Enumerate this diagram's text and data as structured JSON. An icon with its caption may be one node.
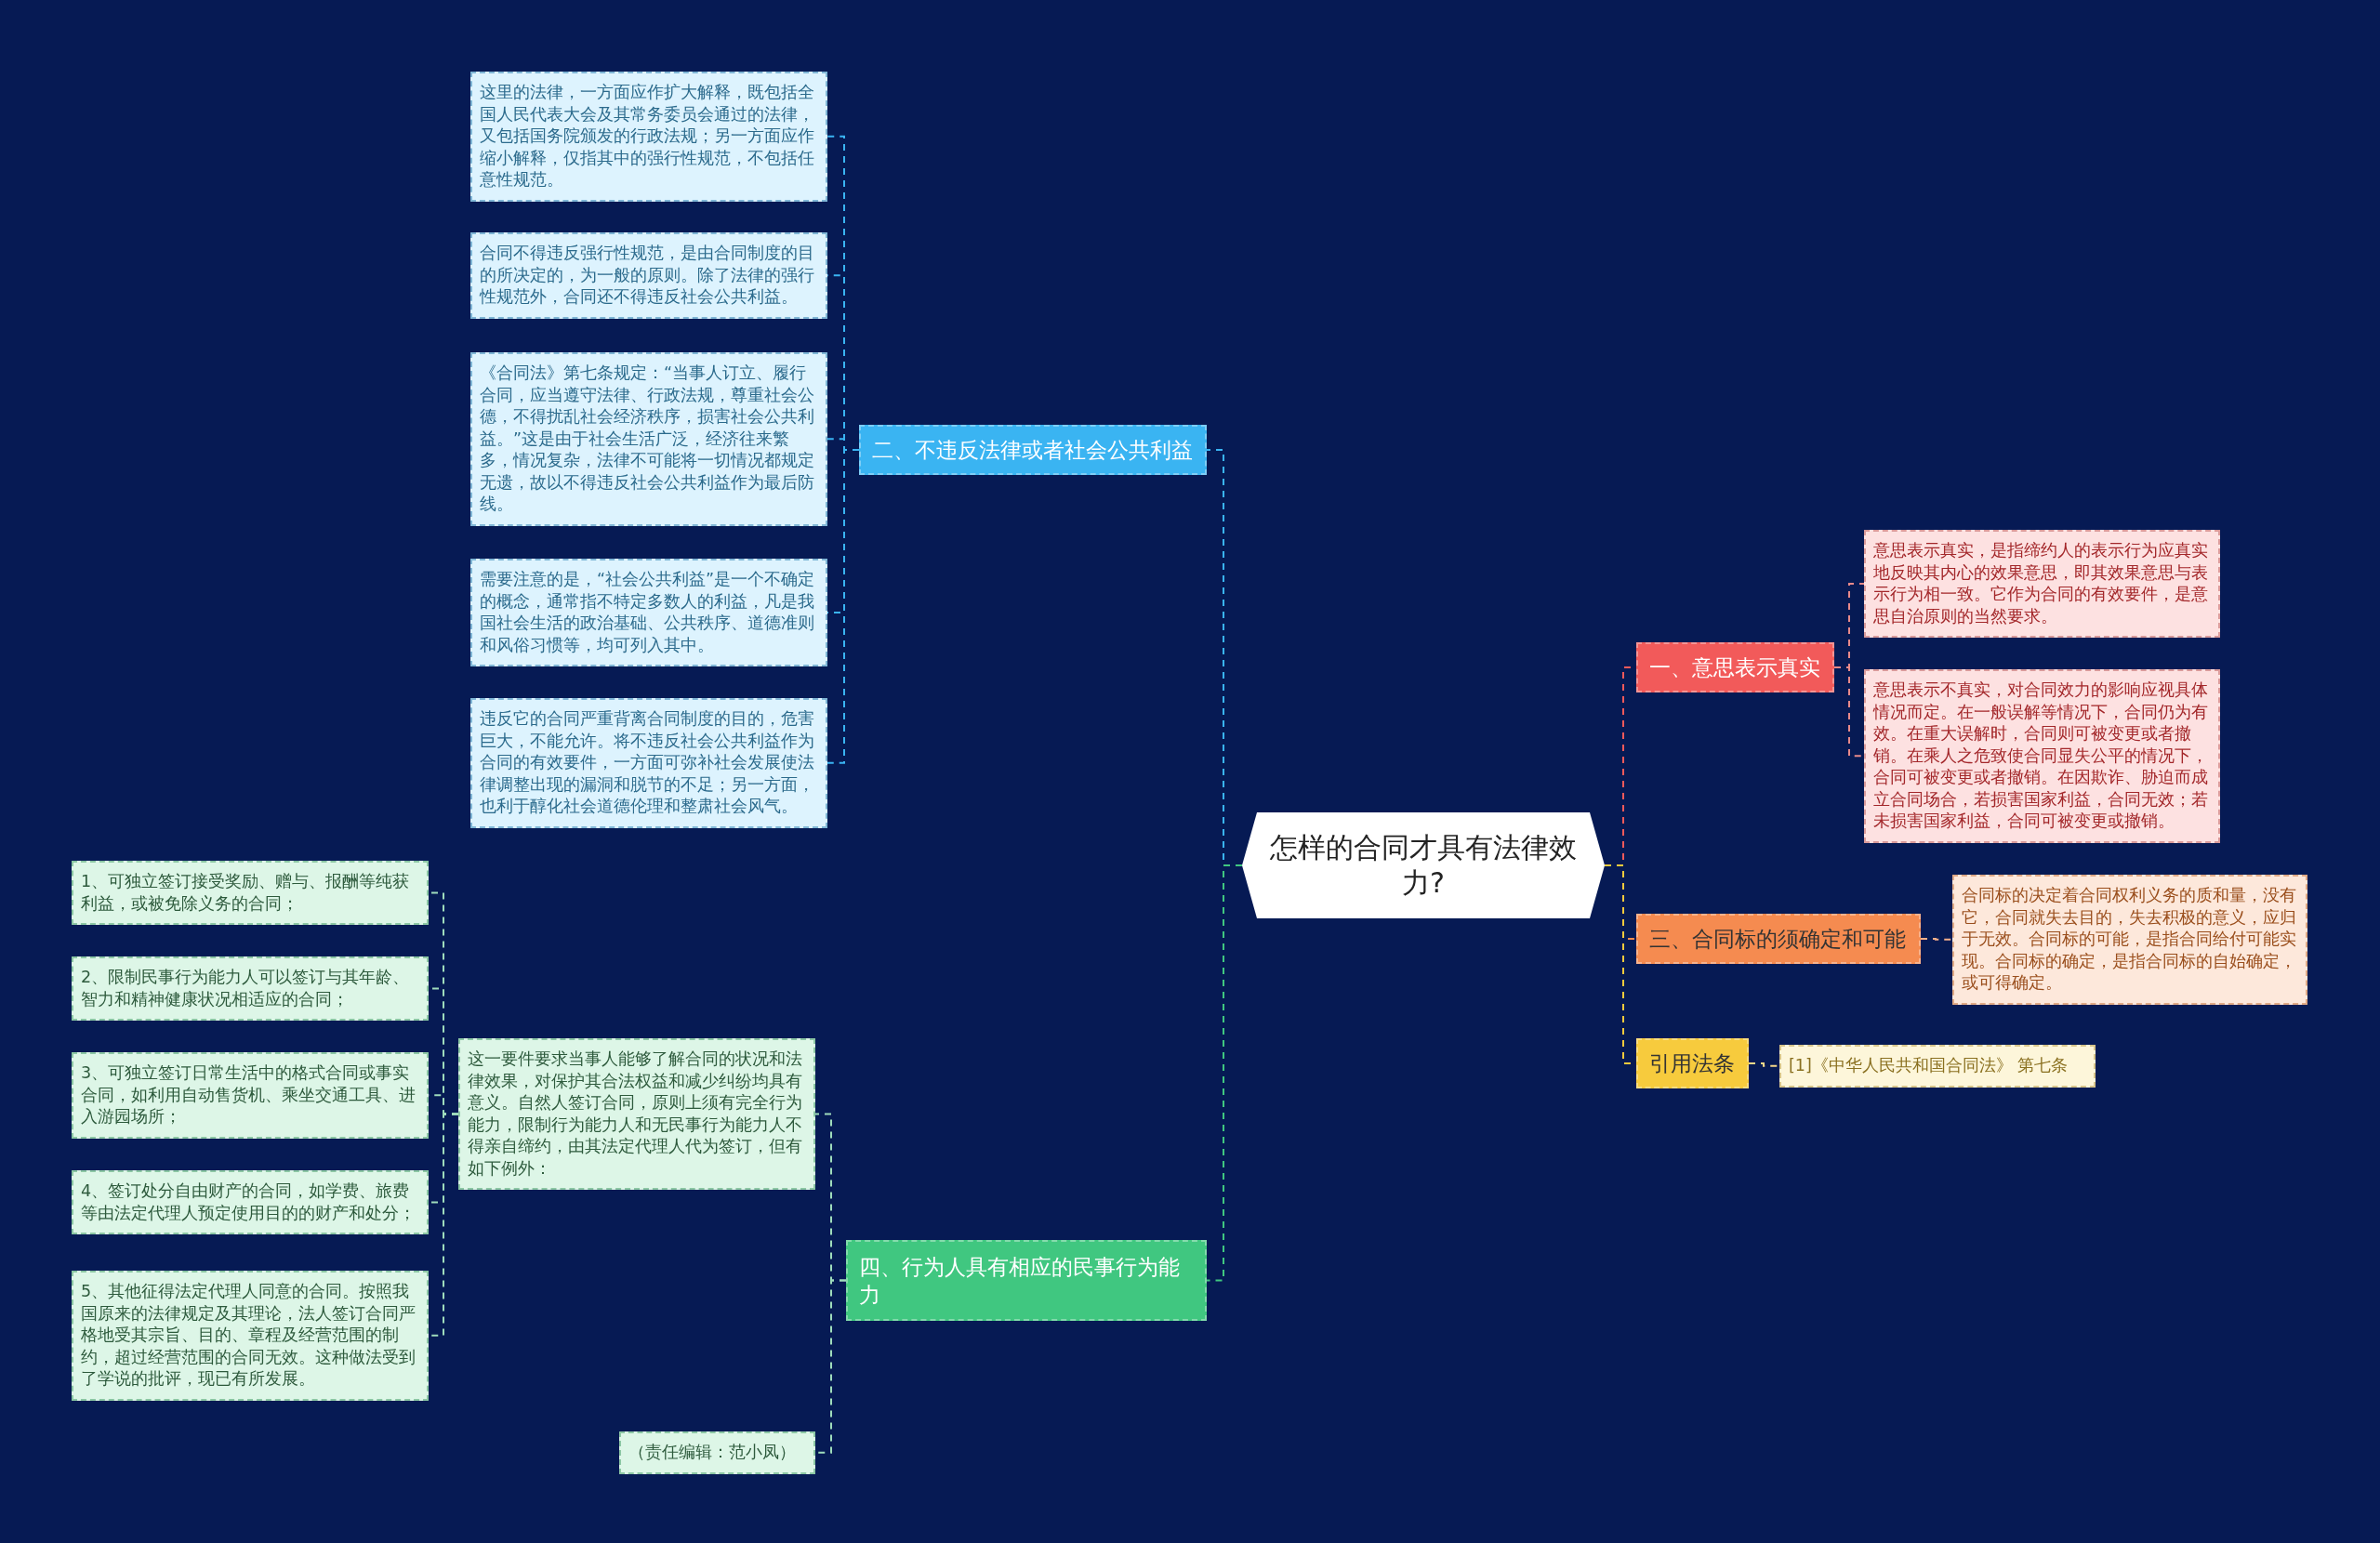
{
  "diagram": {
    "nodes": [
      {
        "text": [
          "怎样的合同才具有法律效力?"
        ]
      },
      {
        "text": [
          "二、不违反法律或者社会公共利益"
        ]
      },
      {
        "text": [
          "这里的法律，一方面应作扩大解释，既包括全国人民代表大会及其常务委员会通过的法律，又包括国务院颁发的行政法规；另一方面应作缩小解释，仅指其中的强行性规范，不包括任意性规范。"
        ]
      },
      {
        "text": [
          "合同不得违反强行性规范，是由合同制度的目的所决定的，为一般的原则。除了法律的强行性规范外，合同还不得违反社会公共利益。"
        ]
      },
      {
        "text": [
          "《合同法》第七条规定：“当事人订立、履行合同，应当遵守法律、行政法规，尊重社会公德，不得扰乱社会经济秩序，损害社会公共利益。”这是由于社会生活广泛，经济往来繁多，情况复杂，法律不可能将一切情况都规定无遗，故以不得违反社会公共利益作为最后防线。"
        ]
      },
      {
        "text": [
          "需要注意的是，“社会公共利益”是一个不确定的概念，通常指不特定多数人的利益，凡是我国社会生活的政治基础、公共秩序、道德准则和风俗习惯等，均可列入其中。"
        ]
      },
      {
        "text": [
          "违反它的合同严重背离合同制度的目的，危害巨大，不能允许。将不违反社会公共利益作为合同的有效要件，一方面可弥补社会发展使法律调整出现的漏洞和脱节的不足；另一方面，也利于醇化社会道德伦理和整肃社会风气。"
        ]
      },
      {
        "text": [
          "四、行为人具有相应的民事行为能力"
        ]
      },
      {
        "text": [
          "这一要件要求当事人能够了解合同的状况和法律效果，对保护其合法权益和减少纠纷均具有意义。自然人签订合同，原则上须有完全行为能力，限制行为能力人和无民事行为能力人不得亲自缔约，由其法定代理人代为签订，但有如下例外："
        ]
      },
      {
        "text": [
          "1、可独立签订接受奖励、赠与、报酬等纯获利益，或被免除义务的合同；"
        ]
      },
      {
        "text": [
          "2、限制民事行为能力人可以签订与其年龄、智力和精神健康状况相适应的合同；"
        ]
      },
      {
        "text": [
          "3、可独立签订日常生活中的格式合同或事实合同，如利用自动售货机、乘坐交通工具、进入游园场所；"
        ]
      },
      {
        "text": [
          "4、签订处分自由财产的合同，如学费、旅费等由法定代理人预定使用目的的财产和处分；"
        ]
      },
      {
        "text": [
          "5、其他征得法定代理人同意的合同。按照我国原来的法律规定及其理论，法人签订合同严格地受其宗旨、目的、章程及经营范围的制约，超过经营范围的合同无效。这种做法受到了学说的批评，现已有所发展。"
        ]
      },
      {
        "text": [
          "（责任编辑：范小凤）"
        ]
      },
      {
        "text": [
          "一、意思表示真实"
        ]
      },
      {
        "text": [
          "意思表示真实，是指缔约人的表示行为应真实地反映其内心的效果意思，即其效果意思与表示行为相一致。它作为合同的有效要件，是意思自治原则的当然要求。"
        ]
      },
      {
        "text": [
          "意思表示不真实，对合同效力的影响应视具体情况而定。在一般误解等情况下，合同仍为有效。在重大误解时，合同则可被变更或者撤销。在乘人之危致使合同显失公平的情况下，合同可被变更或者撤销。在因欺诈、胁迫而成立合同场合，若损害国家利益，合同无效；若未损害国家利益，合同可被变更或撤销。"
        ]
      },
      {
        "text": [
          "三、合同标的须确定和可能"
        ]
      },
      {
        "text": [
          "合同标的决定着合同权利义务的质和量，没有它，合同就失去目的，失去积极的意义，应归于无效。合同标的可能，是指合同给付可能实现。合同标的确定，是指合同标的自始确定，或可得确定。"
        ]
      },
      {
        "text": [
          "引用法条"
        ]
      },
      {
        "text": [
          "[1]《中华人民共和国合同法》 第七条"
        ]
      }
    ],
    "edges": [
      {
        "from": 0,
        "to": 1,
        "arrow": "none",
        "style": "dashed",
        "color": "#3ab4f2"
      },
      {
        "from": 0,
        "to": 7,
        "arrow": "none",
        "style": "dashed",
        "color": "#40c780"
      },
      {
        "from": 0,
        "to": 15,
        "arrow": "none",
        "style": "dashed",
        "color": "#f25a5a"
      },
      {
        "from": 0,
        "to": 18,
        "arrow": "none",
        "style": "dashed",
        "color": "#f58b50"
      },
      {
        "from": 0,
        "to": 20,
        "arrow": "none",
        "style": "dashed",
        "color": "#f7cb3d"
      },
      {
        "from": 1,
        "to": 2,
        "arrow": "none",
        "style": "dashed",
        "color": "#3ab4f2"
      },
      {
        "from": 1,
        "to": 3,
        "arrow": "none",
        "style": "dashed",
        "color": "#3ab4f2"
      },
      {
        "from": 1,
        "to": 4,
        "arrow": "none",
        "style": "dashed",
        "color": "#3ab4f2"
      },
      {
        "from": 1,
        "to": 5,
        "arrow": "none",
        "style": "dashed",
        "color": "#3ab4f2"
      },
      {
        "from": 1,
        "to": 6,
        "arrow": "none",
        "style": "dashed",
        "color": "#3ab4f2"
      },
      {
        "from": 7,
        "to": 8,
        "arrow": "none",
        "style": "dashed",
        "color": "#9fdcbc"
      },
      {
        "from": 7,
        "to": 14,
        "arrow": "none",
        "style": "dashed",
        "color": "#9fdcbc"
      },
      {
        "from": 8,
        "to": 9,
        "arrow": "none",
        "style": "dashed",
        "color": "#9fdcbc"
      },
      {
        "from": 8,
        "to": 10,
        "arrow": "none",
        "style": "dashed",
        "color": "#9fdcbc"
      },
      {
        "from": 8,
        "to": 11,
        "arrow": "none",
        "style": "dashed",
        "color": "#9fdcbc"
      },
      {
        "from": 8,
        "to": 12,
        "arrow": "none",
        "style": "dashed",
        "color": "#9fdcbc"
      },
      {
        "from": 8,
        "to": 13,
        "arrow": "none",
        "style": "dashed",
        "color": "#9fdcbc"
      },
      {
        "from": 15,
        "to": 16,
        "arrow": "none",
        "style": "dashed",
        "color": "#e88a8a"
      },
      {
        "from": 15,
        "to": 17,
        "arrow": "none",
        "style": "dashed",
        "color": "#e88a8a"
      },
      {
        "from": 18,
        "to": 19,
        "arrow": "none",
        "style": "dashed",
        "color": "#f5b08a"
      },
      {
        "from": 20,
        "to": 21,
        "arrow": "none",
        "style": "dashed",
        "color": "#f7d98a"
      }
    ]
  }
}
